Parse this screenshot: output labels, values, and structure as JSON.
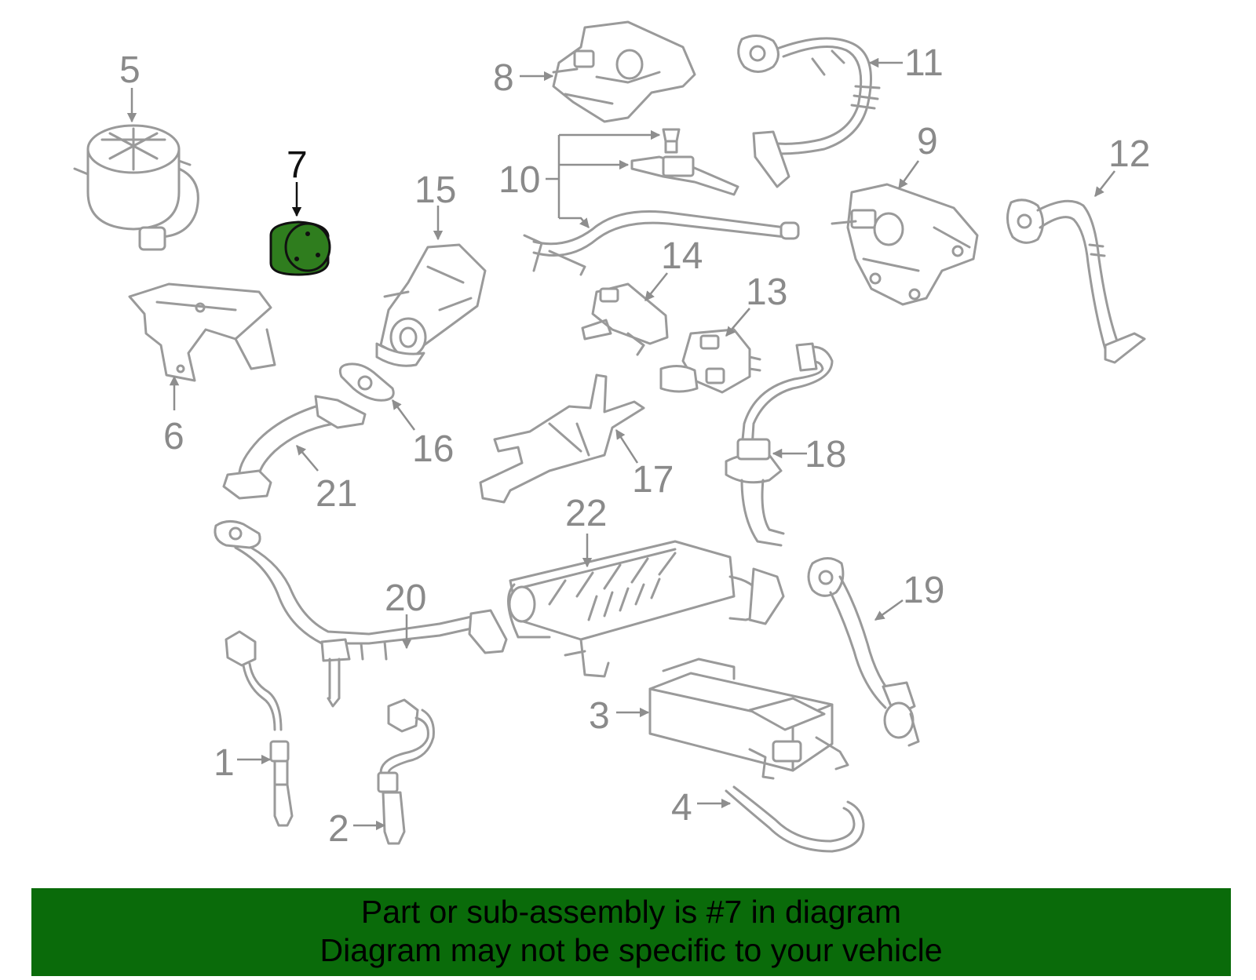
{
  "callouts": {
    "c1": "1",
    "c2": "2",
    "c3": "3",
    "c4": "4",
    "c5": "5",
    "c6": "6",
    "c7": "7",
    "c8": "8",
    "c9": "9",
    "c10": "10",
    "c11": "11",
    "c12": "12",
    "c13": "13",
    "c14": "14",
    "c15": "15",
    "c16": "16",
    "c17": "17",
    "c18": "18",
    "c19": "19",
    "c20": "20",
    "c21": "21",
    "c22": "22"
  },
  "highlight": {
    "part_number": "7",
    "color": "#2f7d1e",
    "line_color": "#111111"
  },
  "colors": {
    "banner": "#0a6b0a",
    "part_stroke": "#9a9a9a"
  },
  "banner": {
    "line1": "Part or sub-assembly is #7 in diagram",
    "line2": "Diagram may not be specific to your vehicle"
  }
}
